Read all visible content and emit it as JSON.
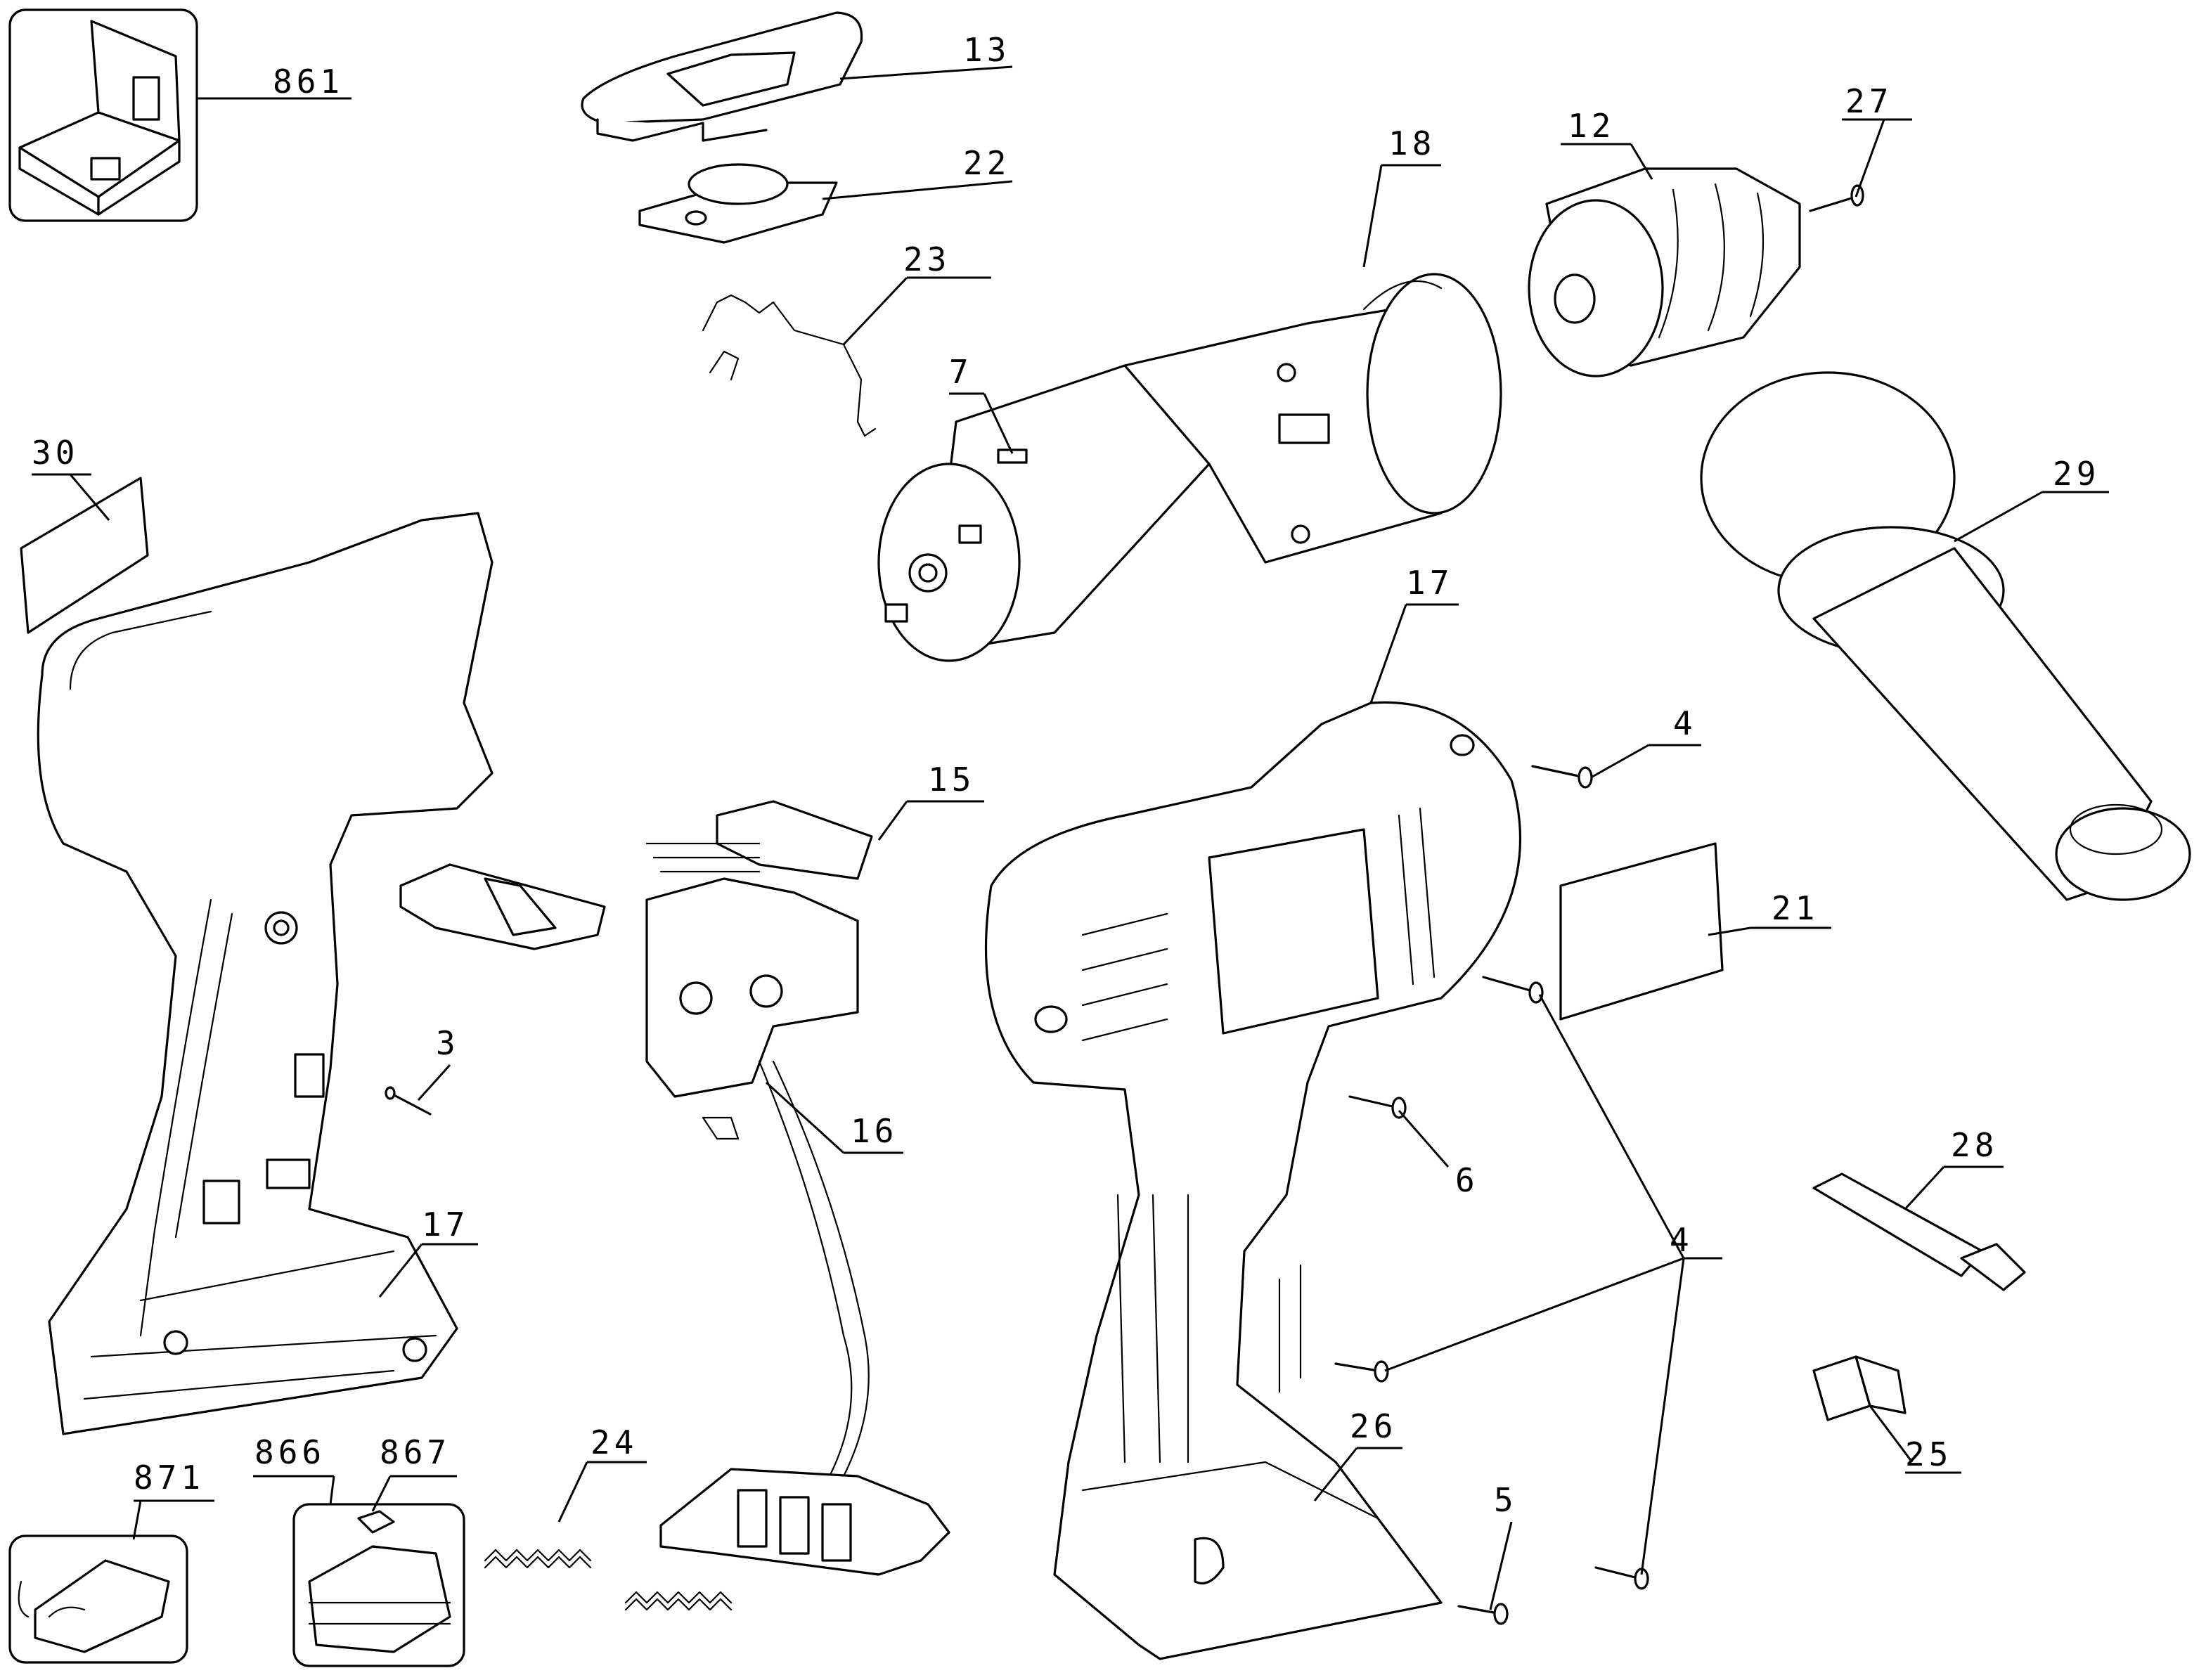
{
  "labels": {
    "p861": "861",
    "p13": "13",
    "p22": "22",
    "p23": "23",
    "p18": "18",
    "p12": "12",
    "p27": "27",
    "p7": "7",
    "p30": "30",
    "p29": "29",
    "p17_top": "17",
    "p4_top": "4",
    "p15": "15",
    "p21": "21",
    "p3": "3",
    "p16": "16",
    "p6": "6",
    "p28": "28",
    "p17_bottom": "17",
    "p4_mid": "4",
    "p26": "26",
    "p25": "25",
    "p24": "24",
    "p5": "5",
    "p871": "871",
    "p866": "866",
    "p867": "867"
  }
}
